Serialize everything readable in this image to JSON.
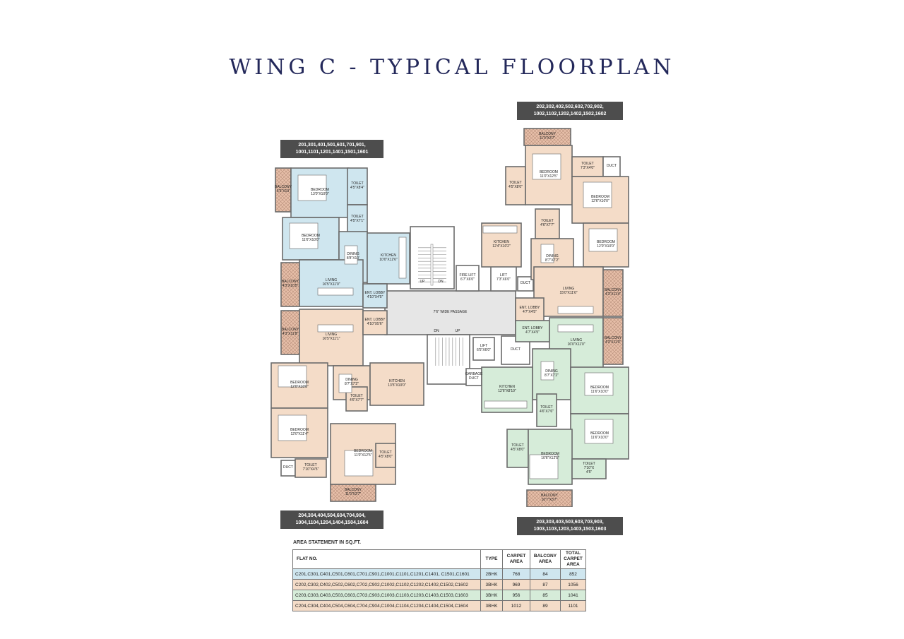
{
  "title": "WING C - TYPICAL FLOORPLAN",
  "flat_labels": {
    "top_left": [
      "201,301,401,501,601,701,901,",
      "1001,1101,1201,1401,1501,1601"
    ],
    "top_right": [
      "202,302,402,502,602,702,902,",
      "1002,1102,1202,1402,1502,1602"
    ],
    "bottom_left": [
      "204,304,404,504,604,704,904,",
      "1004,1104,1204,1404,1504,1604"
    ],
    "bottom_right": [
      "203,303,403,503,603,703,903,",
      "1003,1103,1203,1403,1503,1603"
    ]
  },
  "plan": {
    "colors": {
      "flat_201": "#cfe6ef",
      "flat_202": "#f4dcc8",
      "flat_203": "#d6ecd9",
      "flat_204": "#f4dcc8",
      "common": "#e6e6e6",
      "balcony": "#e7bfa9",
      "wall": "#6b6b6b"
    },
    "rooms": {
      "a_balcony": [
        "BALCONY",
        "5'3\"X10'"
      ],
      "a_bed1": [
        "BEDROOM",
        "13'0\"X10'0\""
      ],
      "a_toilet1": [
        "TOILET",
        "4'5\"X8'4\""
      ],
      "a_toilet2": [
        "TOILET",
        "4'5\"X7'1\""
      ],
      "a_bed2": [
        "BEDROOM",
        "11'6\"X10'0\""
      ],
      "a_dining": [
        "DINING",
        "8'8\"X10'"
      ],
      "a_kitchen": [
        "KITCHEN",
        "10'0\"X12'6\""
      ],
      "a_living_balcony": [
        "BALCONY",
        "4'3\"X10'5\""
      ],
      "a_living": [
        "LIVING",
        "16'5\"X11'0\""
      ],
      "a_lobby": [
        "ENT. LOBBY",
        "4'10\"X4'5\""
      ],
      "b_balcony": [
        "BALCONY",
        "11'0\"X3'7\""
      ],
      "b_toilet1": [
        "TOILET",
        "4'5\"X8'0\""
      ],
      "b_bed1": [
        "BEDROOM",
        "11'0\"X12'5\""
      ],
      "b_toilet2": [
        "TOILET",
        "7'3\"X4'0\""
      ],
      "b_duct": [
        "DUCT"
      ],
      "b_bed2": [
        "BEDROOM",
        "12'6\"X10'0\""
      ],
      "b_kitchen": [
        "KITCHEN",
        "12'4\"X10'2\""
      ],
      "b_toilet3": [
        "TOILET",
        "4'6\"X7'7\""
      ],
      "b_bed3": [
        "BEDROOM",
        "12'0\"X10'0\""
      ],
      "b_dining": [
        "DINING",
        "8'7\"X7'2\""
      ],
      "b_living": [
        "LIVING",
        "15'0\"X11'6\""
      ],
      "b_living_balcony": [
        "BALCONY",
        "4'3\"X11'4\""
      ],
      "b_lobby": [
        "ENT. LOBBY",
        "4'7\"X4'5\""
      ],
      "c_lobby": [
        "ENT. LOBBY",
        "4'7\"X4'5\""
      ],
      "c_living": [
        "LIVING",
        "16'0\"X11'0\""
      ],
      "c_living_balcony": [
        "BALCONY",
        "4'3\"X11'0\""
      ],
      "c_dining": [
        "DINING",
        "8'7\"X7'2\""
      ],
      "c_kitchen": [
        "KITCHEN",
        "12'6\"X8'10\""
      ],
      "c_bed1": [
        "BEDROOM",
        "11'6\"X10'0\""
      ],
      "c_toilet1": [
        "TOILET",
        "4'6\"X7'6\""
      ],
      "c_bed2": [
        "BEDROOM",
        "11'6\"X10'0\""
      ],
      "c_toilet2": [
        "TOILET",
        "4'5\"X8'0\""
      ],
      "c_bed3": [
        "BEDROOM",
        "10'6\"X12'5\""
      ],
      "c_toilet3": [
        "TOILET",
        "7'10\"X",
        "4'5\""
      ],
      "c_balcony": [
        "BALCONY",
        "10'7\"X3'7\""
      ],
      "d_balcony": [
        "BALCONY",
        "4'3\"X11'8\""
      ],
      "d_living": [
        "LIVING",
        "16'5\"X11'1\""
      ],
      "d_lobby": [
        "ENT. LOBBY",
        "4'10\"X5'6\""
      ],
      "d_dining": [
        "DINING",
        "8'7\"X7'2\""
      ],
      "d_kitchen": [
        "KITCHEN",
        "13'5\"X10'0\""
      ],
      "d_bed1": [
        "BEDROOM",
        "12'0\"X10'0\""
      ],
      "d_toilet1": [
        "TOILET",
        "4'6\"X7'7\""
      ],
      "d_bed2": [
        "BEDROOM",
        "12'0\"X11'4\""
      ],
      "d_bed3": [
        "BEDROOM",
        "11'0\"X12'5\""
      ],
      "d_toilet2": [
        "TOILET",
        "4'5\"X8'0\""
      ],
      "d_duct": [
        "DUCT"
      ],
      "d_toilet3": [
        "TOILET",
        "7'10\"X4'5\""
      ],
      "d_balcony2": [
        "BALCONY",
        "11'0\"X3'7\""
      ],
      "core_fire_lift": [
        "FIRE LIFT",
        "6'7\"X6'0\""
      ],
      "core_lift1": [
        "LIFT",
        "7'3\"X6'0\""
      ],
      "core_duct1": [
        "DUCT"
      ],
      "core_passage": [
        "7'6\" WIDE PASSAGE"
      ],
      "core_lift2": [
        "LIFT",
        "6'5\"X6'0\""
      ],
      "core_duct2": [
        "DUCT"
      ],
      "core_garbage": [
        "GARBAGE",
        "DUCT"
      ],
      "core_up": [
        "UP"
      ],
      "core_dn": [
        "DN"
      ],
      "core_dn2": [
        "DN"
      ],
      "core_up2": [
        "UP"
      ]
    }
  },
  "area_statement": {
    "caption": "AREA STATEMENT IN SQ.FT.",
    "headers": [
      "FLAT NO.",
      "TYPE",
      "CARPET AREA",
      "BALCONY AREA",
      "TOTAL CARPET AREA"
    ],
    "rows": [
      {
        "color": "#cfe6ef",
        "cells": [
          "C201,C301,C401,C501,C601,C701,C901,C1001,C1101,C1201,C1401, C1501,C1601",
          "2BHK",
          "768",
          "84",
          "852"
        ]
      },
      {
        "color": "#f4dcc8",
        "cells": [
          "C202,C302,C402,C502,C602,C702,C902,C1002,C1102,C1202,C1402,C1502,C1602",
          "3BHK",
          "969",
          "87",
          "1056"
        ]
      },
      {
        "color": "#d6ecd9",
        "cells": [
          "C203,C303,C403,C503,C603,C703,C903,C1003,C1103,C1203,C1403,C1503,C1603",
          "3BHK",
          "956",
          "85",
          "1041"
        ]
      },
      {
        "color": "#f4dcc8",
        "cells": [
          "C204,C304,C404,C504,C604,C704,C904,C1004,C1104,C1204,C1404,C1504,C1604",
          "3BHK",
          "1012",
          "89",
          "1101"
        ]
      }
    ]
  }
}
